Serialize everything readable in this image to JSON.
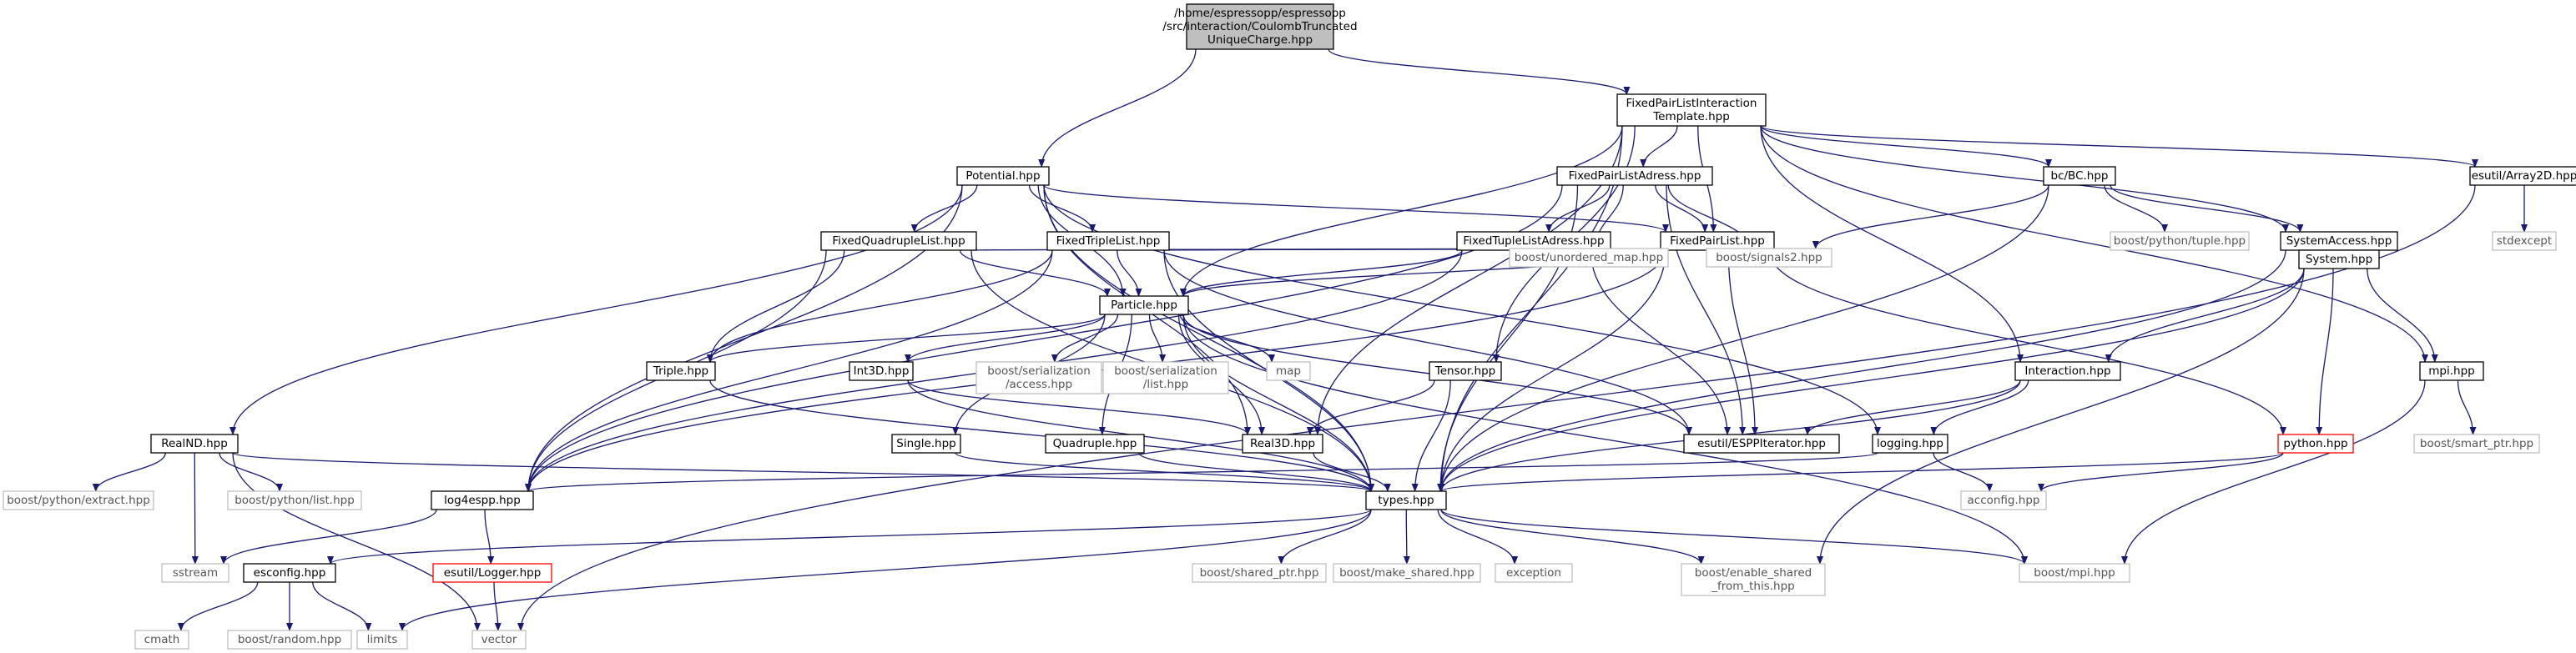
{
  "diagram": {
    "colors": {
      "edge": "#191970",
      "root_fill": "#bfbfbf",
      "normal_border": "#000000",
      "external_border": "#bfbfbf",
      "external_text": "#555555",
      "missing_border": "#ff0000"
    },
    "nodes": {
      "root": [
        "/home/espressopp/espressopp",
        "/src/interaction/CoulombTruncated",
        "UniqueCharge.hpp"
      ],
      "fplit": [
        "FixedPairListInteraction",
        "Template.hpp"
      ],
      "potential": [
        "Potential.hpp"
      ],
      "fpla": [
        "FixedPairListAdress.hpp"
      ],
      "bc": [
        "bc/BC.hpp"
      ],
      "array2d": [
        "esutil/Array2D.hpp"
      ],
      "fql": [
        "FixedQuadrupleList.hpp"
      ],
      "ftl": [
        "FixedTripleList.hpp"
      ],
      "ftla": [
        "FixedTupleListAdress.hpp"
      ],
      "fpl": [
        "FixedPairList.hpp"
      ],
      "pytuple": [
        "boost/python/tuple.hpp"
      ],
      "sysaccess": [
        "SystemAccess.hpp"
      ],
      "stdexcept": [
        "stdexcept"
      ],
      "umap": [
        "boost/unordered_map.hpp"
      ],
      "signals2": [
        "boost/signals2.hpp"
      ],
      "system": [
        "System.hpp"
      ],
      "particle": [
        "Particle.hpp"
      ],
      "triple": [
        "Triple.hpp"
      ],
      "int3d": [
        "Int3D.hpp"
      ],
      "seraccess": [
        "boost/serialization",
        "/access.hpp"
      ],
      "serlist": [
        "boost/serialization",
        "/list.hpp"
      ],
      "map": [
        "map"
      ],
      "tensor": [
        "Tensor.hpp"
      ],
      "interaction": [
        "Interaction.hpp"
      ],
      "mpihpp": [
        "mpi.hpp"
      ],
      "realnd": [
        "RealND.hpp"
      ],
      "single": [
        "Single.hpp"
      ],
      "quadruple": [
        "Quadruple.hpp"
      ],
      "real3d": [
        "Real3D.hpp"
      ],
      "espp_it": [
        "esutil/ESPPIterator.hpp"
      ],
      "logging": [
        "logging.hpp"
      ],
      "python": [
        "python.hpp"
      ],
      "smartptr": [
        "boost/smart_ptr.hpp"
      ],
      "pyextract": [
        "boost/python/extract.hpp"
      ],
      "pylist": [
        "boost/python/list.hpp"
      ],
      "log4espp": [
        "log4espp.hpp"
      ],
      "types": [
        "types.hpp"
      ],
      "acconfig": [
        "acconfig.hpp"
      ],
      "sstream": [
        "sstream"
      ],
      "esconfig": [
        "esconfig.hpp"
      ],
      "logger": [
        "esutil/Logger.hpp"
      ],
      "sharedptr": [
        "boost/shared_ptr.hpp"
      ],
      "makeshared": [
        "boost/make_shared.hpp"
      ],
      "exception": [
        "exception"
      ],
      "enableshared": [
        "boost/enable_shared",
        "_from_this.hpp"
      ],
      "boostmpi": [
        "boost/mpi.hpp"
      ],
      "cmath": [
        "cmath"
      ],
      "random": [
        "boost/random.hpp"
      ],
      "limits": [
        "limits"
      ],
      "vector": [
        "vector"
      ]
    }
  }
}
